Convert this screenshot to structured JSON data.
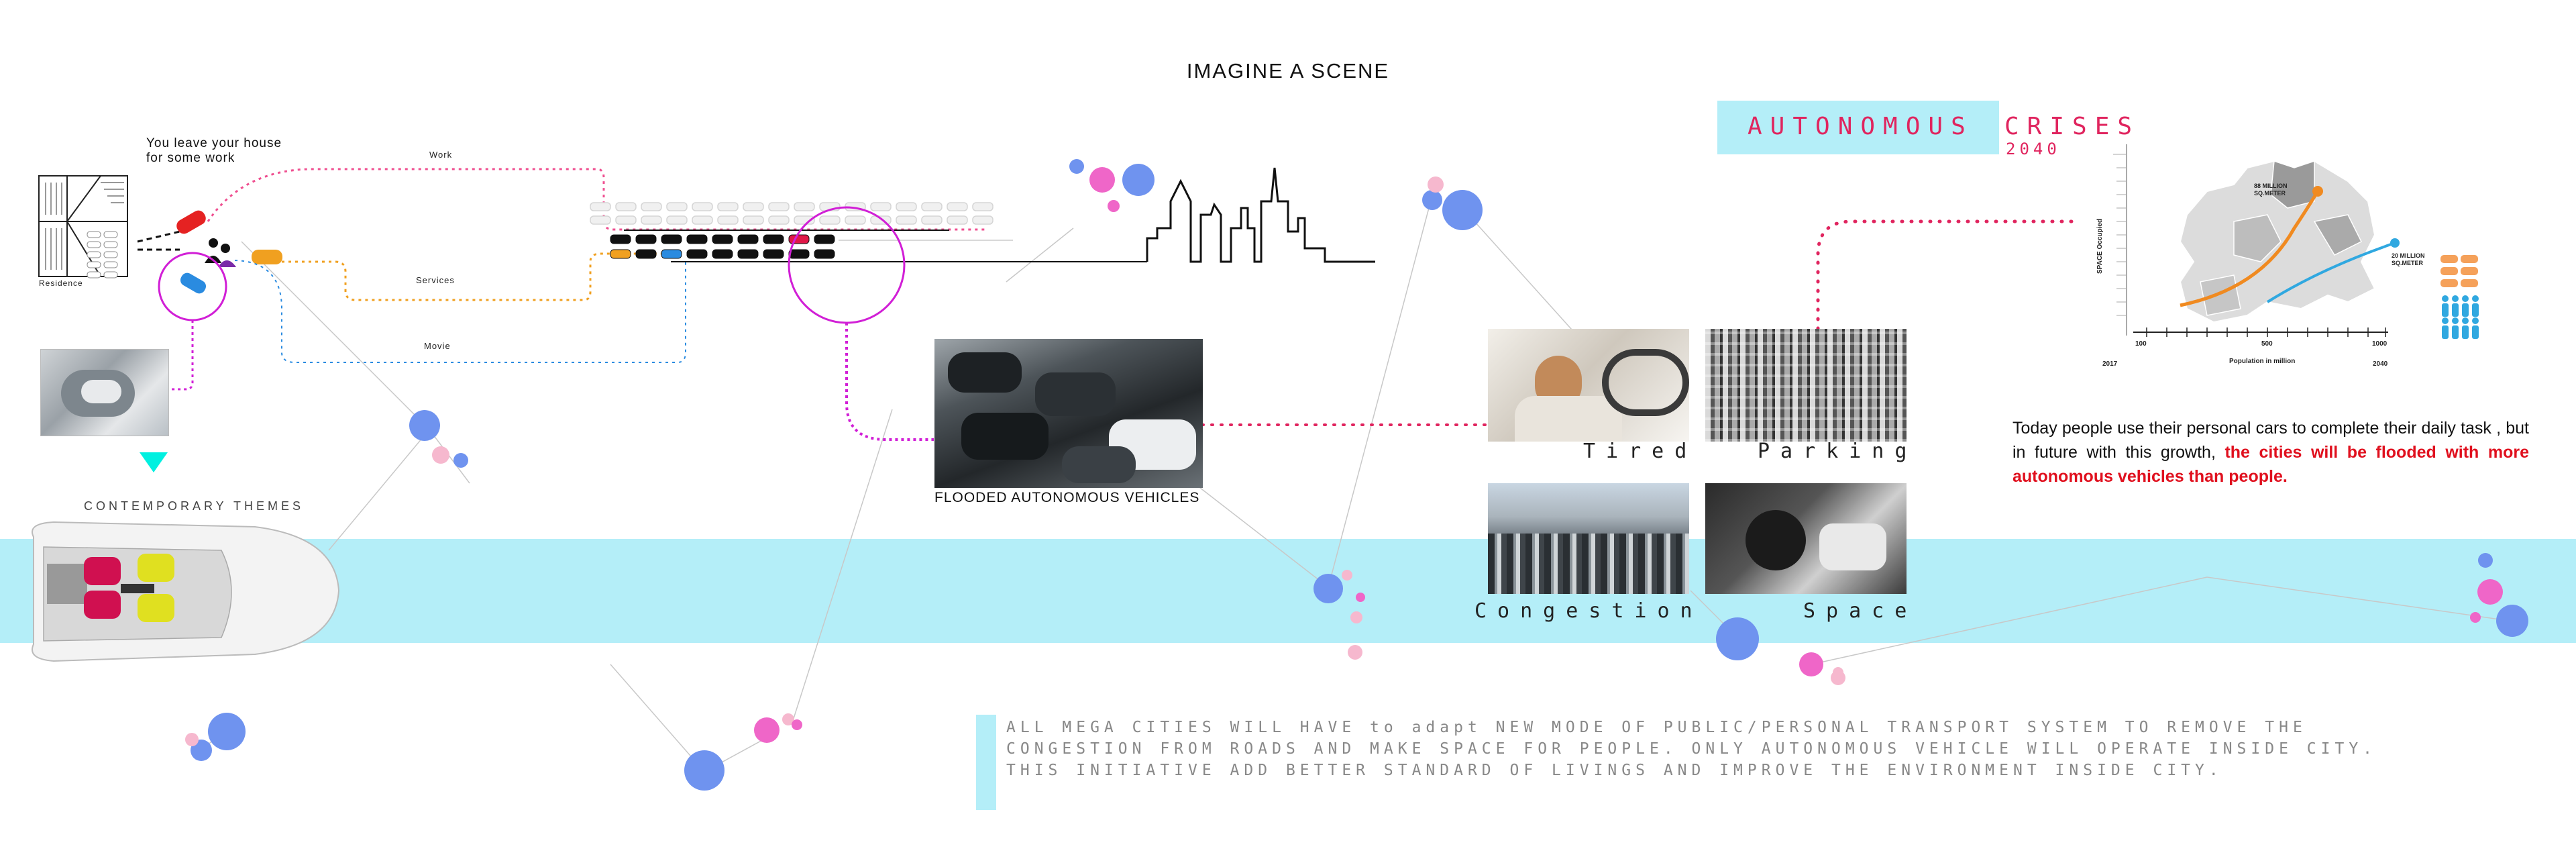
{
  "header": {
    "title": "IMAGINE A SCENE"
  },
  "left": {
    "leave_line1": "You leave your house",
    "leave_line2": "for some work",
    "residence_label": "Residence",
    "routes": [
      "Work",
      "Services",
      "Movie"
    ],
    "themes_label": "CONTEMPORARY THEMES"
  },
  "middle": {
    "flooded_caption": "FLOODED AUTONOMOUS VEHICLES"
  },
  "grid": {
    "captions": [
      "Tired",
      "Parking",
      "Congestion",
      "Space"
    ]
  },
  "crises": {
    "word1": "AUTONOMOUS",
    "word2": "CRISES",
    "year": "2040"
  },
  "chart": {
    "ylabel": "SPACE Occupied",
    "xlabel": "Population in million",
    "x_ticks": [
      "100",
      "500",
      "1000"
    ],
    "year_left": "2017",
    "year_right": "2040",
    "callout_top_line1": "88 MILLION",
    "callout_top_line2": "SQ.METER",
    "callout_right_line1": "20 MILLION",
    "callout_right_line2": "SQ.METER"
  },
  "paragraph": {
    "normal": "Today people use their personal cars to complete their daily task , but in future with this growth, ",
    "highlight": "the cities will be flooded with more autonomous vehicles than people."
  },
  "bottom": {
    "text": "ALL MEGA CITIES WILL HAVE to adapt NEW MODE OF PUBLIC/PERSONAL TRANSPORT SYSTEM TO REMOVE THE CONGESTION FROM ROADS AND MAKE SPACE FOR PEOPLE. ONLY AUTONOMOUS VEHICLE WILL OPERATE INSIDE CITY. THIS INITIATIVE ADD BETTER STANDARD OF LIVINGS AND IMPROVE THE ENVIRONMENT INSIDE CITY."
  },
  "colors": {
    "accent_pink": "#e0245e",
    "band_cyan": "#b4eef8",
    "bubble_blue": "#6f93ef",
    "bubble_pink": "#ef66c8",
    "magenta": "#d11fd6",
    "highlight_red": "#e0101e"
  },
  "icons": [
    "house-plan-icon",
    "car-icon",
    "people-icon",
    "skyline-icon",
    "map-icon",
    "cars-stack-icon",
    "people-group-icon",
    "triangle-marker-icon"
  ]
}
